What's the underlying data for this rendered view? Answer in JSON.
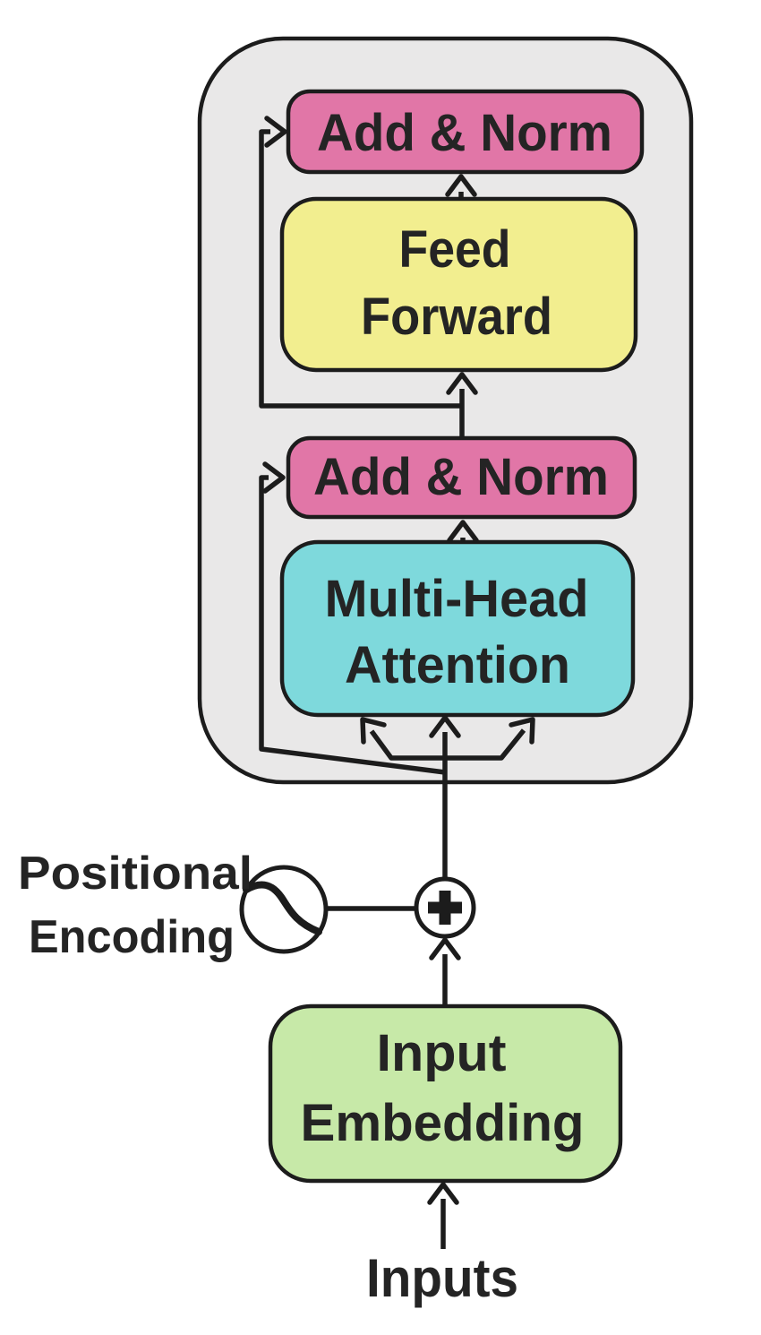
{
  "colors": {
    "background": "#ffffff",
    "outline": "#1c1c1c",
    "text": "#242424",
    "container_fill": "#e9e8e8",
    "add_norm_fill": "#e176a7",
    "feed_forward_fill": "#f2ee8f",
    "attention_fill": "#7ed9dc",
    "embedding_fill": "#c7e9a8",
    "node_fill": "#ffffff"
  },
  "blocks": {
    "add_norm_top": {
      "label": "Add & Norm"
    },
    "feed_forward": {
      "line1": "Feed",
      "line2": "Forward"
    },
    "add_norm_mid": {
      "label": "Add & Norm"
    },
    "multi_head_attention": {
      "line1": "Multi-Head",
      "line2": "Attention"
    },
    "input_embedding": {
      "line1": "Input",
      "line2": "Embedding"
    }
  },
  "labels": {
    "positional_encoding": {
      "line1": "Positional",
      "line2": "Encoding"
    },
    "inputs": "Inputs"
  },
  "icons": {
    "positional_encoding_icon": "sine-wave",
    "add_node_icon": "plus"
  }
}
